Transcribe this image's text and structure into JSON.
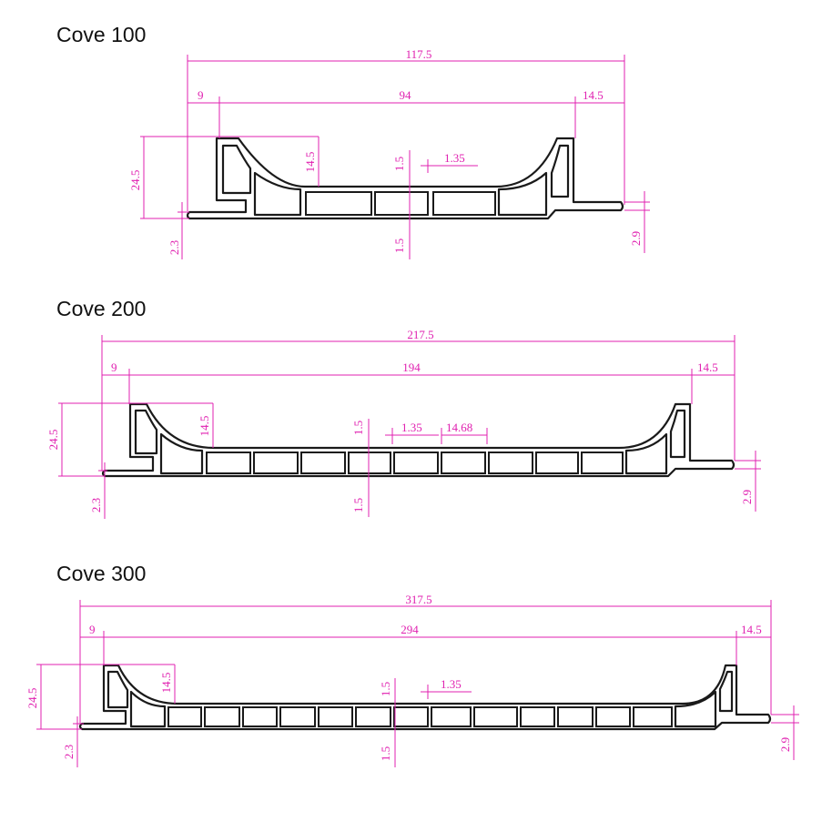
{
  "colors": {
    "dimension": "#e020b0",
    "profile": "#1a1a1a"
  },
  "profiles": [
    {
      "title": "Cove 100",
      "dims": {
        "overall": "117.5",
        "left": "9",
        "middle": "94",
        "right": "14.5",
        "height": "24.5",
        "cove_height": "14.5",
        "web_top": "1.5",
        "web_gap": "1.35",
        "web_bottom": "1.5",
        "base_left": "2.3",
        "base_right": "2.9"
      }
    },
    {
      "title": "Cove 200",
      "dims": {
        "overall": "217.5",
        "left": "9",
        "middle": "194",
        "right": "14.5",
        "height": "24.5",
        "cove_height": "14.5",
        "web_top": "1.5",
        "web_gap": "1.35",
        "cell_width": "14.68",
        "web_bottom": "1.5",
        "base_left": "2.3",
        "base_right": "2.9"
      }
    },
    {
      "title": "Cove 300",
      "dims": {
        "overall": "317.5",
        "left": "9",
        "middle": "294",
        "right": "14.5",
        "height": "24.5",
        "cove_height": "14.5",
        "web_top": "1.5",
        "web_gap": "1.35",
        "web_bottom": "1.5",
        "base_left": "2.3",
        "base_right": "2.9"
      }
    }
  ]
}
